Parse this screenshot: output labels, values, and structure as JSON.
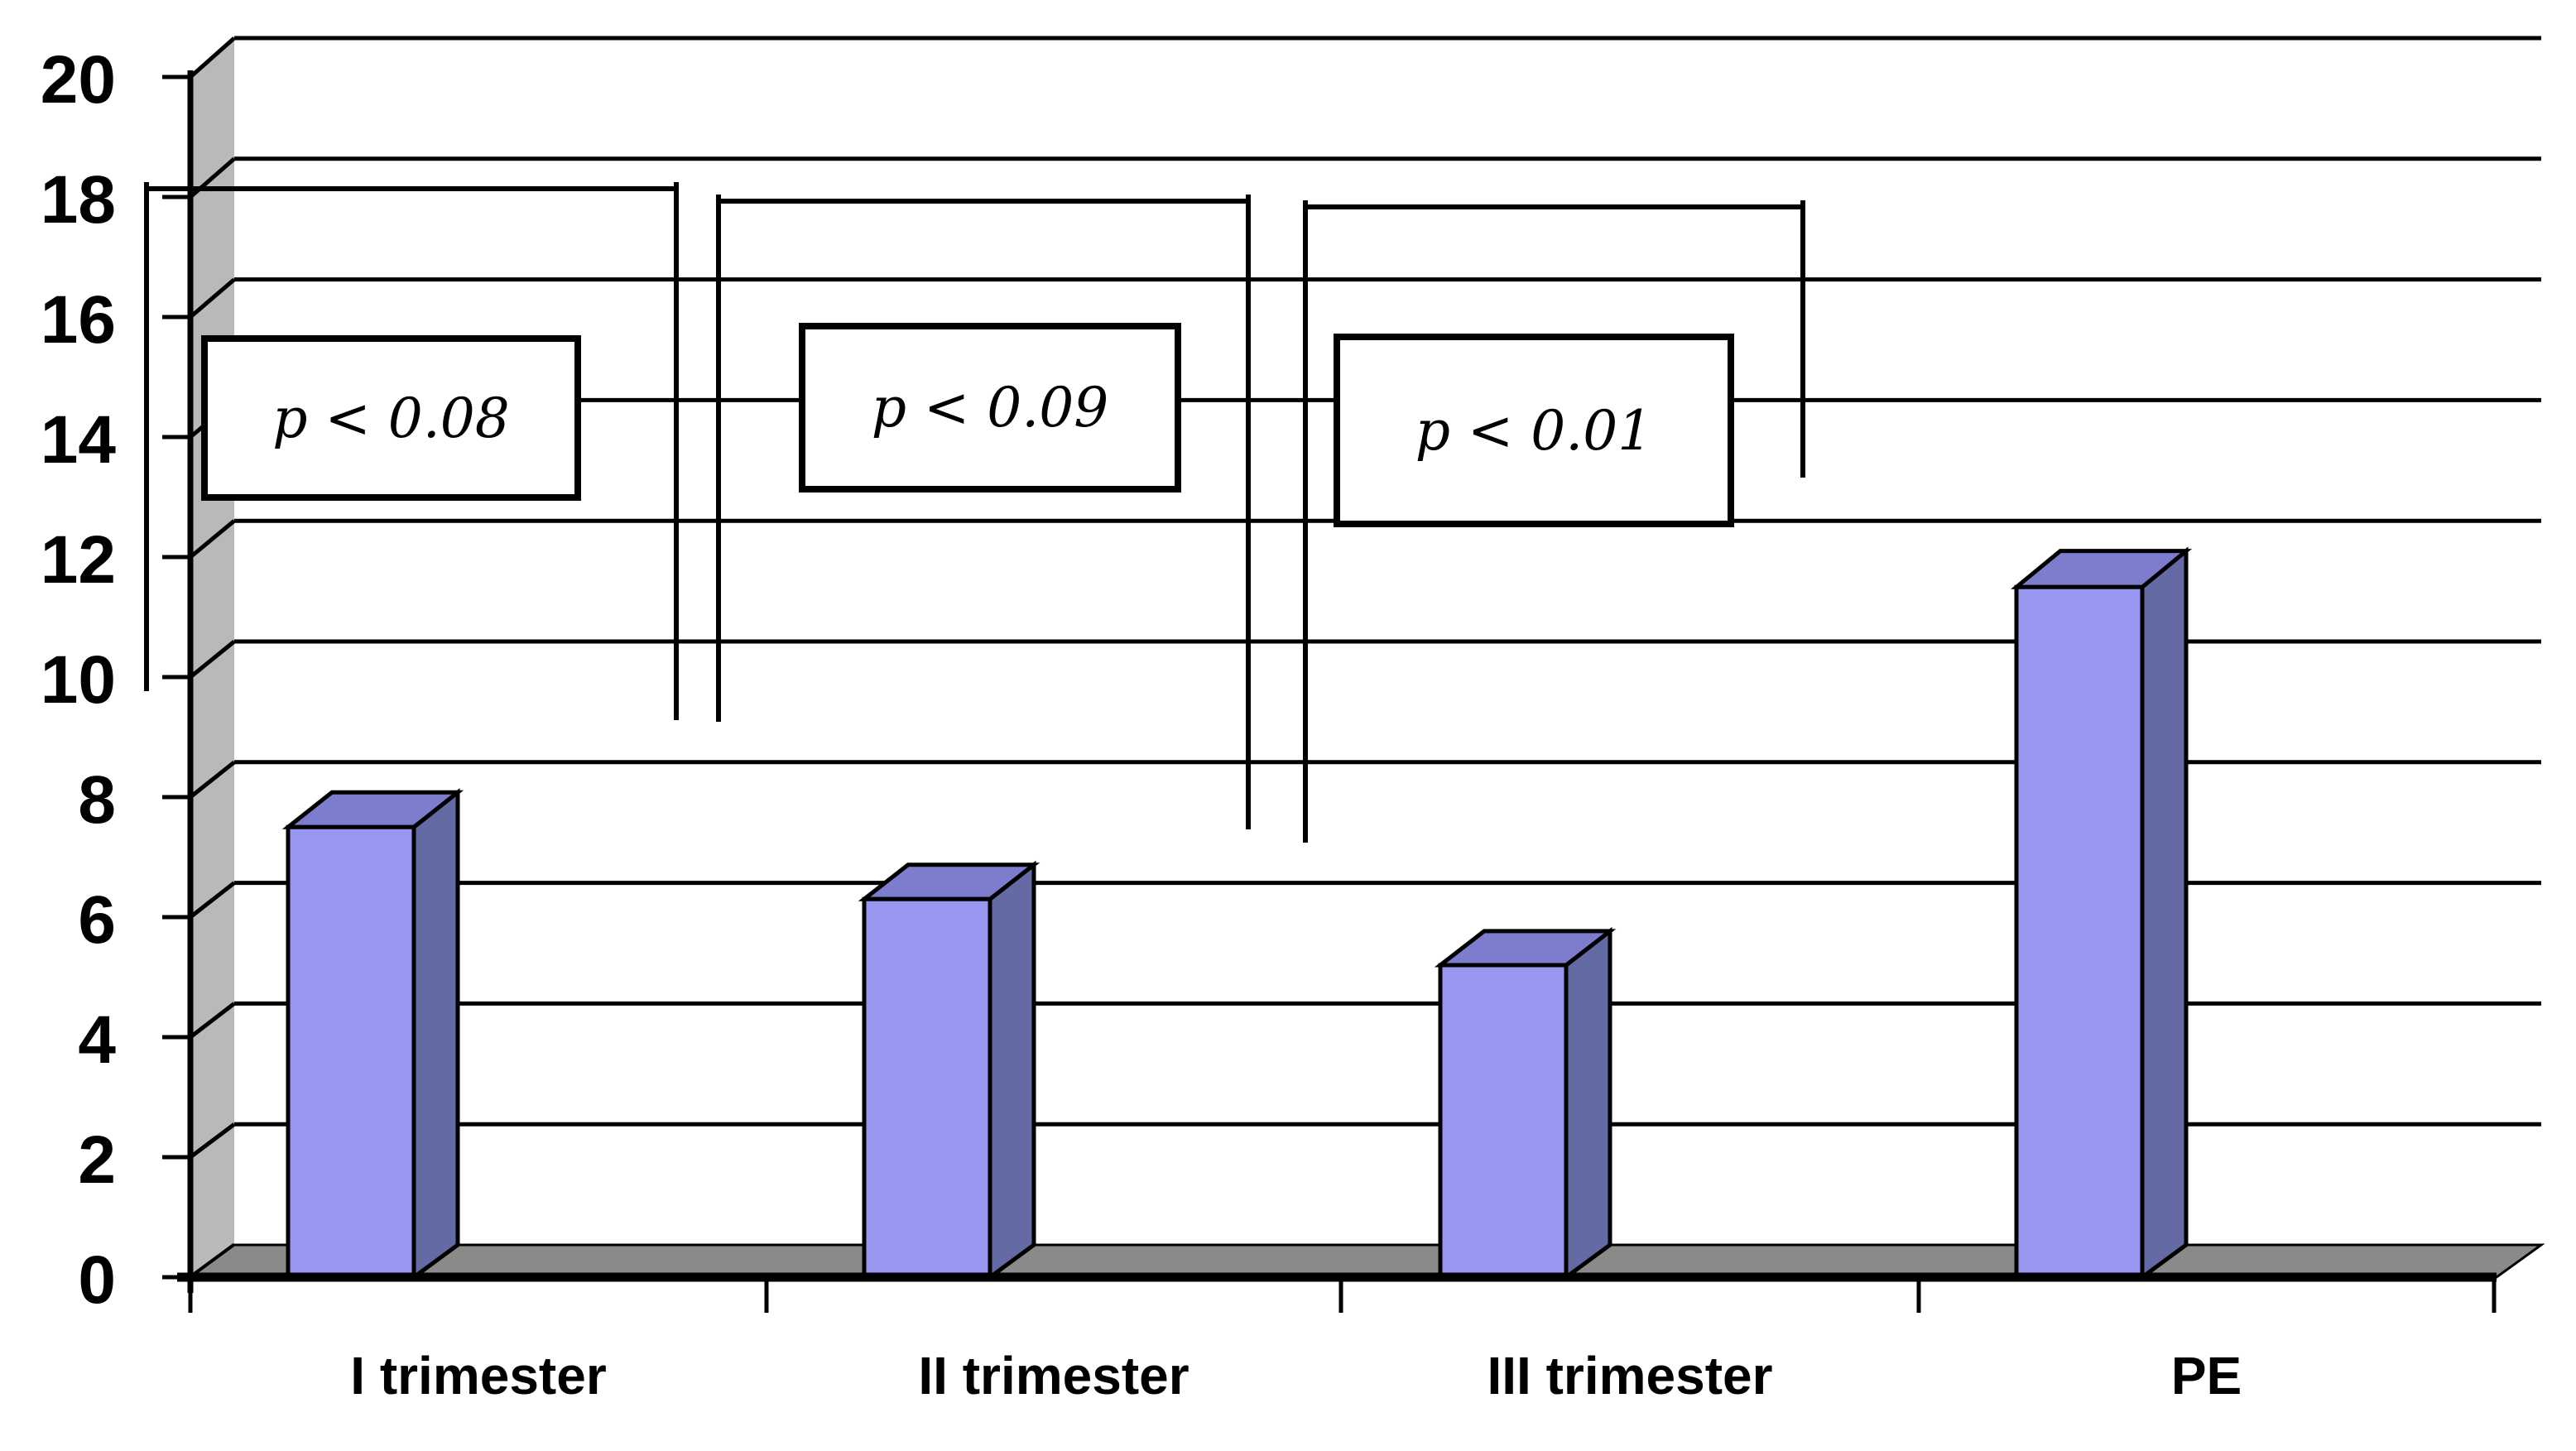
{
  "chart_data": {
    "type": "bar",
    "style": "3d-column",
    "title": "",
    "categories": [
      "I trimester",
      "II trimester",
      "III trimester",
      "PE"
    ],
    "values": [
      7.5,
      6.3,
      5.2,
      11.5
    ],
    "ylim": [
      0,
      20
    ],
    "ytick_step": 2,
    "ytick_values": [
      0,
      2,
      4,
      6,
      8,
      10,
      12,
      14,
      16,
      18,
      20
    ],
    "xlabel": "",
    "ylabel": "",
    "grid": true,
    "legend": false,
    "annotations": [
      {
        "label": "p < 0.08",
        "connects": [
          "I trimester",
          "II trimester"
        ]
      },
      {
        "label": "p < 0.09",
        "connects": [
          "II trimester",
          "III trimester"
        ]
      },
      {
        "label": "p < 0.01",
        "connects": [
          "III trimester",
          "PE"
        ]
      }
    ],
    "colors": {
      "bar_front": "#9897f0",
      "bar_side": "#646aa4",
      "bar_top": "#7d7dcd",
      "side_wall": "#b9b9b9",
      "floor": "#8a8a8a",
      "line": "#000000",
      "background": "#ffffff",
      "annotation_box_bg": "#ffffff",
      "annotation_box_border": "#000000",
      "text": "#000000"
    }
  }
}
